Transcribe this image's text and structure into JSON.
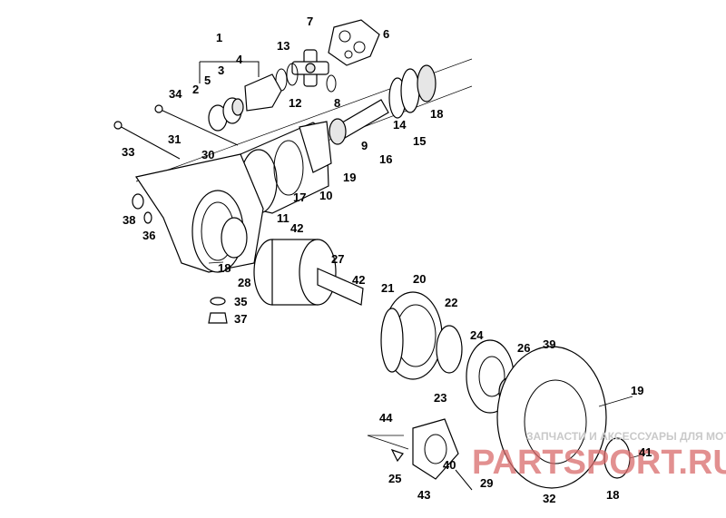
{
  "watermark": {
    "tagline": "ЗАПЧАСТИ И АКСЕССУАРЫ ДЛЯ МОТОТЕХНИКИ",
    "logo": "PARTSPORT.RU",
    "logo_color": "#d96b6b"
  },
  "callouts": [
    {
      "id": "1",
      "label": "1"
    },
    {
      "id": "2",
      "label": "2"
    },
    {
      "id": "3",
      "label": "3"
    },
    {
      "id": "4",
      "label": "4"
    },
    {
      "id": "5",
      "label": "5"
    },
    {
      "id": "6",
      "label": "6"
    },
    {
      "id": "7",
      "label": "7"
    },
    {
      "id": "8",
      "label": "8"
    },
    {
      "id": "9",
      "label": "9"
    },
    {
      "id": "10",
      "label": "10"
    },
    {
      "id": "11",
      "label": "11"
    },
    {
      "id": "12",
      "label": "12"
    },
    {
      "id": "13",
      "label": "13"
    },
    {
      "id": "14",
      "label": "14"
    },
    {
      "id": "15",
      "label": "15"
    },
    {
      "id": "16",
      "label": "16"
    },
    {
      "id": "17",
      "label": "17"
    },
    {
      "id": "18a",
      "label": "18"
    },
    {
      "id": "18b",
      "label": "18"
    },
    {
      "id": "18c",
      "label": "18"
    },
    {
      "id": "19a",
      "label": "19"
    },
    {
      "id": "19b",
      "label": "19"
    },
    {
      "id": "20",
      "label": "20"
    },
    {
      "id": "21",
      "label": "21"
    },
    {
      "id": "22",
      "label": "22"
    },
    {
      "id": "23",
      "label": "23"
    },
    {
      "id": "24",
      "label": "24"
    },
    {
      "id": "25",
      "label": "25"
    },
    {
      "id": "26",
      "label": "26"
    },
    {
      "id": "27",
      "label": "27"
    },
    {
      "id": "28",
      "label": "28"
    },
    {
      "id": "29",
      "label": "29"
    },
    {
      "id": "30",
      "label": "30"
    },
    {
      "id": "31",
      "label": "31"
    },
    {
      "id": "32",
      "label": "32"
    },
    {
      "id": "33",
      "label": "33"
    },
    {
      "id": "34",
      "label": "34"
    },
    {
      "id": "35",
      "label": "35"
    },
    {
      "id": "36",
      "label": "36"
    },
    {
      "id": "37",
      "label": "37"
    },
    {
      "id": "38",
      "label": "38"
    },
    {
      "id": "39",
      "label": "39"
    },
    {
      "id": "40",
      "label": "40"
    },
    {
      "id": "41",
      "label": "41"
    },
    {
      "id": "42a",
      "label": "42"
    },
    {
      "id": "42b",
      "label": "42"
    },
    {
      "id": "43",
      "label": "43"
    },
    {
      "id": "44",
      "label": "44"
    }
  ]
}
